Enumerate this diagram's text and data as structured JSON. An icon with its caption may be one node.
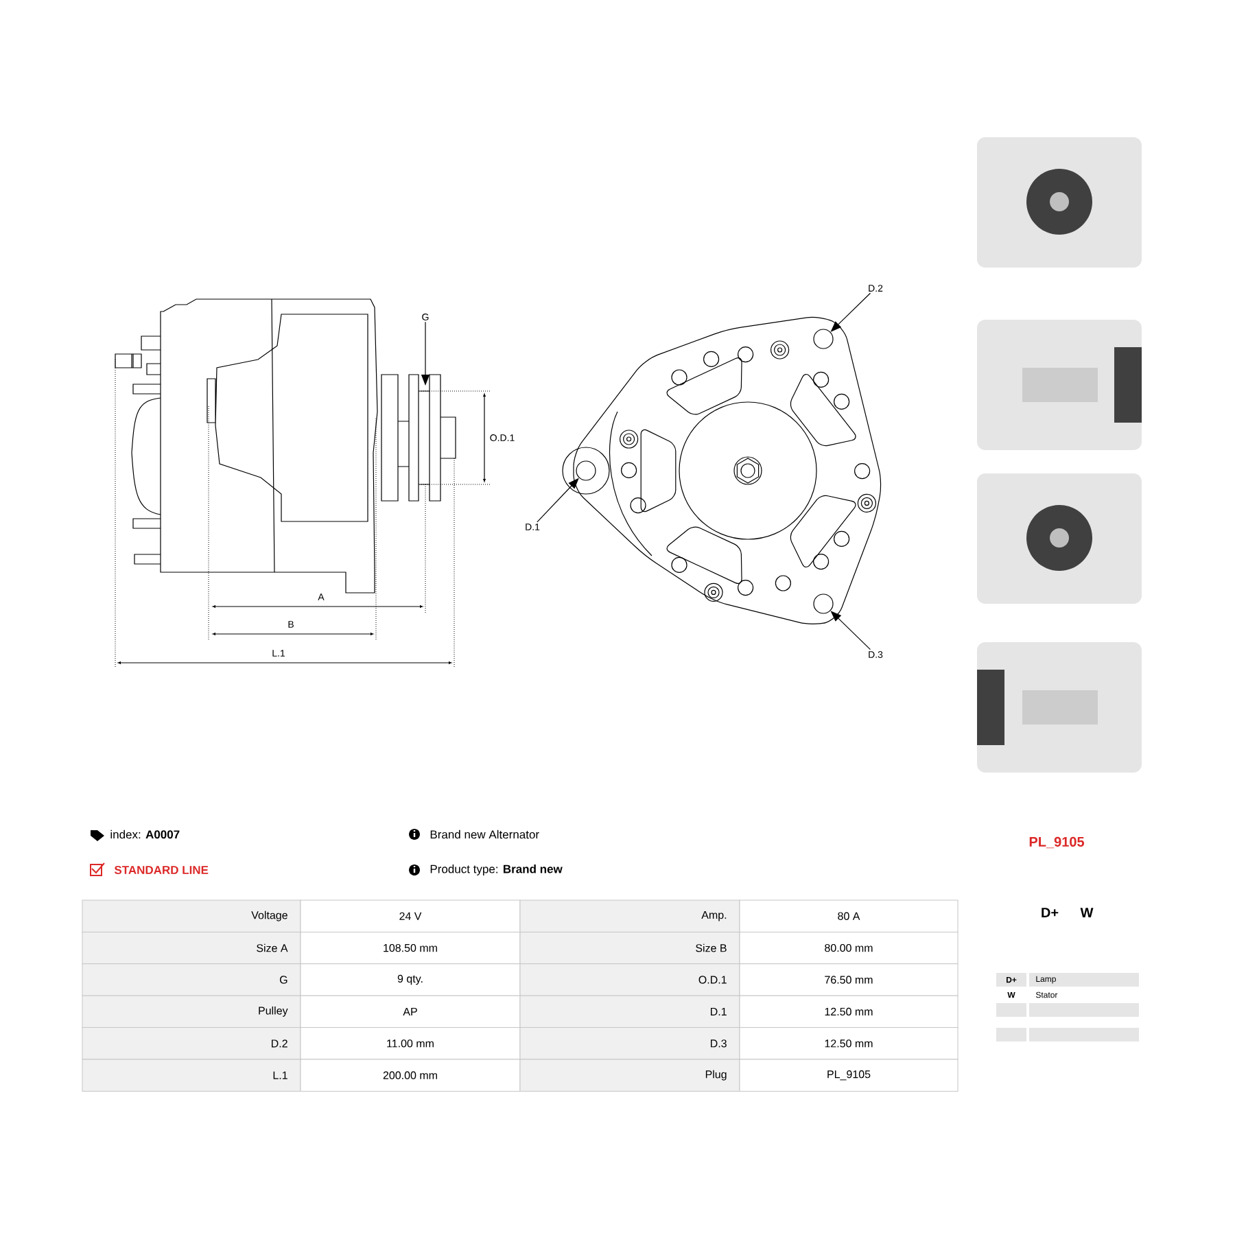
{
  "diagram": {
    "nodes": [
      {
        "text": [
          "G"
        ]
      },
      {
        "text": [
          "D.2"
        ]
      },
      {
        "text": [],
        "shape": "circle"
      },
      {
        "text": [
          "D.1"
        ]
      },
      {
        "text": [],
        "shape": "circle"
      },
      {
        "text": [
          "D.3"
        ]
      },
      {
        "text": [],
        "shape": "circle"
      }
    ],
    "edges": [
      {
        "from": 0,
        "to": null,
        "arrow": "to"
      },
      {
        "from": 1,
        "to": 2,
        "arrow": "to"
      },
      {
        "from": 3,
        "to": 4,
        "arrow": "to"
      },
      {
        "from": 5,
        "to": 6,
        "arrow": "to"
      }
    ],
    "labels": [
      "O.D.1",
      "A",
      "B",
      "L.1",
      "index: **A0007**",
      "Brand new Alternator",
      "STANDARD LINE",
      "Product type: **Brand new**",
      "PL_9105",
      "Voltage",
      "24 V",
      "Amp.",
      "80 A",
      "Size A",
      "108.50 mm",
      "Size B",
      "80.00 mm",
      "G",
      "9 qty.",
      "O.D.1",
      "76.50 mm",
      "Pulley",
      "AP",
      "D.1",
      "12.50 mm",
      "D.2",
      "11.00 mm",
      "D.3",
      "12.50 mm",
      "L.1",
      "200.00 mm",
      "Plug",
      "PL_9105",
      "D+",
      "W",
      "D+",
      "Lamp",
      "W",
      "Stator"
    ]
  }
}
